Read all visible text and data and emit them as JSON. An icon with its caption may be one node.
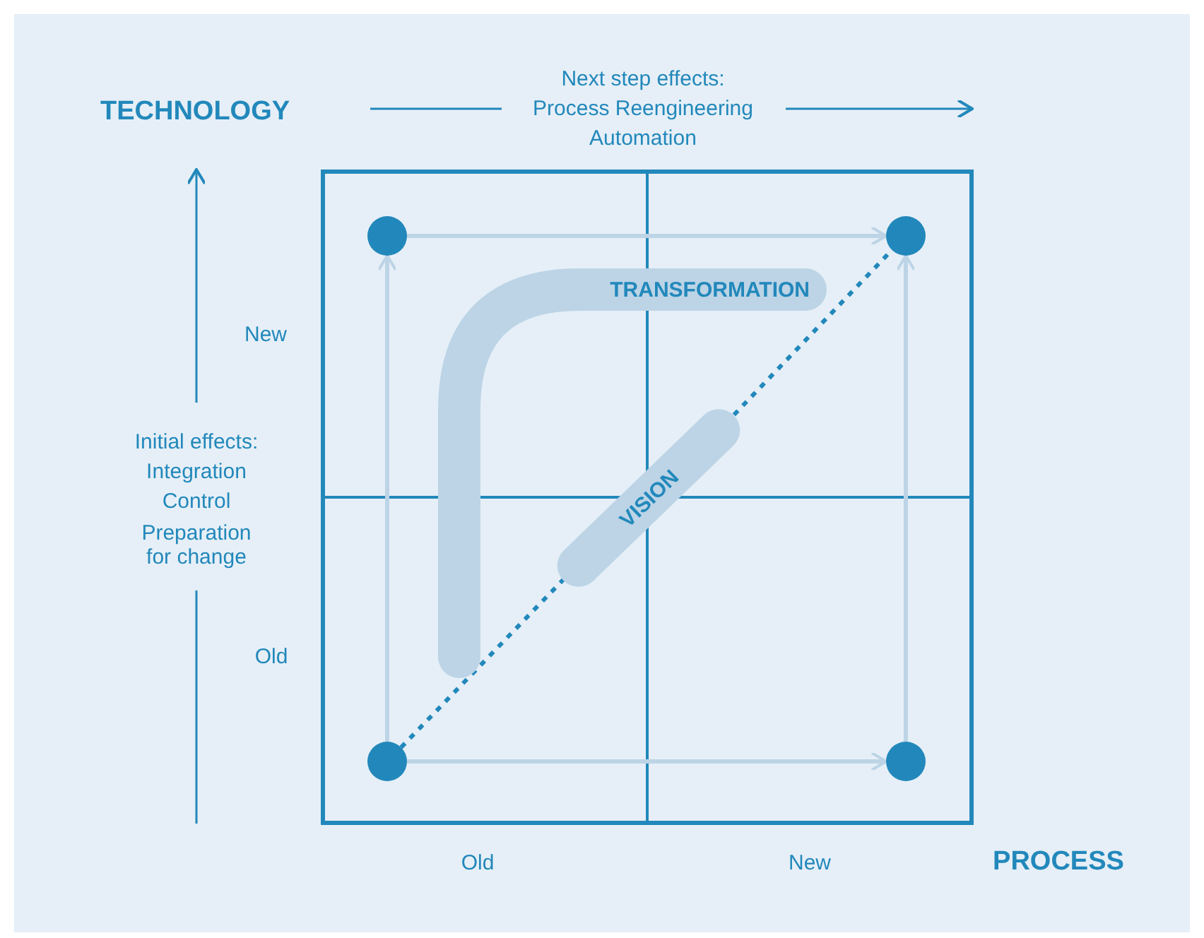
{
  "diagram": {
    "nodes": [
      {
        "text": [],
        "shape": "box"
      },
      {
        "text": [],
        "shape": "circle",
        "in": 0
      },
      {
        "text": [],
        "shape": "circle",
        "in": 0
      },
      {
        "text": [
          "TRANSFORMATION"
        ],
        "in": 0
      },
      {
        "text": [
          "VISION"
        ],
        "in": 0
      },
      {
        "text": [],
        "shape": "circle",
        "in": 0
      },
      {
        "text": [],
        "shape": "circle",
        "in": 0
      }
    ],
    "edges": [
      {
        "from": 5,
        "to": 1,
        "arrow": "to"
      },
      {
        "from": 1,
        "to": 2,
        "arrow": "to"
      },
      {
        "from": 5,
        "to": 6,
        "arrow": "to"
      },
      {
        "from": 6,
        "to": 2,
        "arrow": "to"
      },
      {
        "from": 5,
        "to": 4,
        "arrow": "none",
        "style": "dashed",
        "color": "#2288bb"
      },
      {
        "from": 4,
        "to": 2,
        "arrow": "none",
        "style": "dashed",
        "color": "#2288bb"
      }
    ],
    "labels": [
      "TECHNOLOGY",
      "Next step effects:",
      "Process Reengineering",
      "Automation",
      "New",
      "Initial effects:",
      "Integration",
      "Control",
      "Preparation for change",
      "Old",
      "Old",
      "New",
      "PROCESS"
    ]
  }
}
